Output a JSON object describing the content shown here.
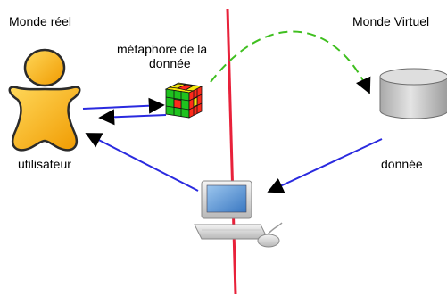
{
  "labels": {
    "real_world": "Monde réel",
    "virtual_world": "Monde Virtuel",
    "metaphor_line1": "métaphore de la",
    "metaphor_line2": "donnée",
    "user": "utilisateur",
    "data": "donnée"
  },
  "colors": {
    "divider": "#e8213a",
    "connector": "#2a2adf",
    "dashed_connector": "#3fbf1f",
    "user_fill": "#f6b100",
    "cylinder_fill": "#c4c4c4"
  },
  "icons": {
    "user": "user-icon",
    "metaphor": "rubiks-cube-icon",
    "data": "database-cylinder-icon",
    "computer": "computer-icon"
  }
}
